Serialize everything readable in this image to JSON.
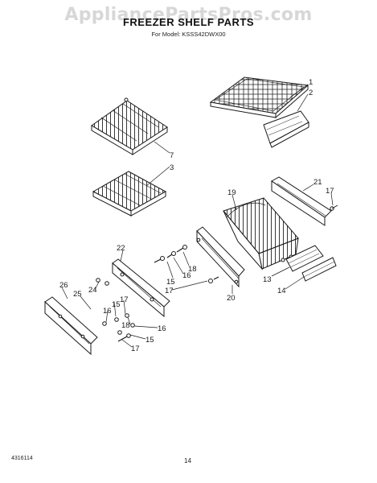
{
  "header": {
    "watermark": "AppliancePartsPros.com",
    "title": "FREEZER SHELF PARTS",
    "model": "For Model: KSSS42DWX00"
  },
  "footer": {
    "doc_number": "4316114",
    "page_number": "14"
  },
  "callouts": {
    "n1": "1",
    "n2": "2",
    "n7": "7",
    "n3": "3",
    "n21": "21",
    "n17a": "17",
    "n19": "19",
    "n22": "22",
    "n18a": "18",
    "n15a": "15",
    "n16a": "16",
    "n17b": "17",
    "n20": "20",
    "n13": "13",
    "n14": "14",
    "n26": "26",
    "n24": "24",
    "n25": "25",
    "n15b": "15",
    "n17c": "17",
    "n16b": "16",
    "n18b": "18",
    "n16c": "16",
    "n15c": "15",
    "n17d": "17"
  }
}
